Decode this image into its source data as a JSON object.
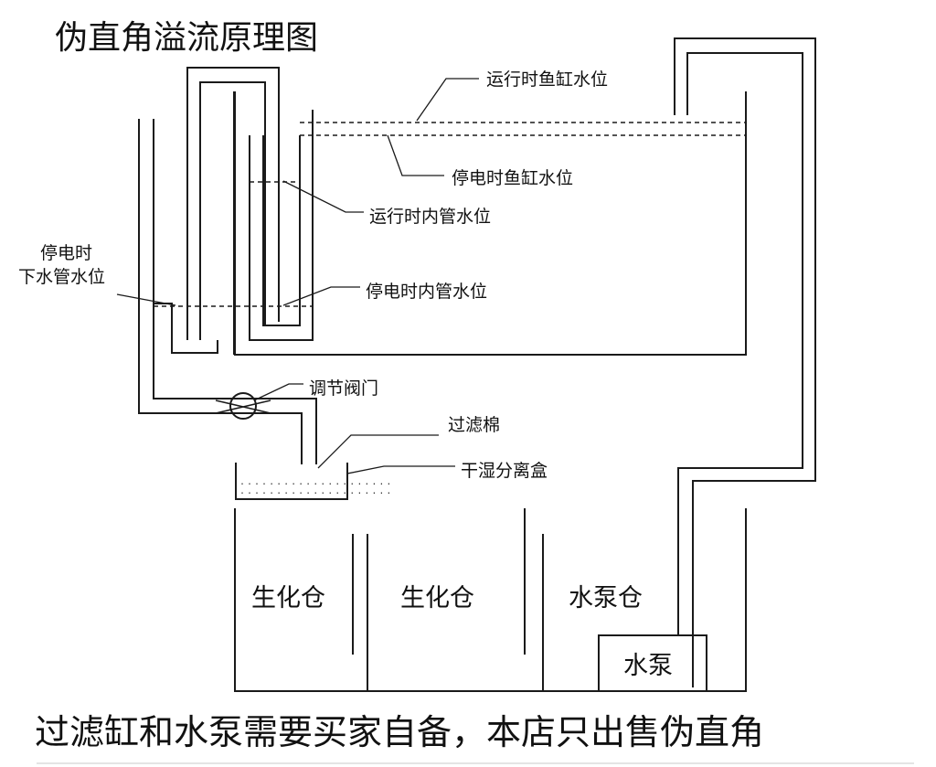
{
  "title": "伪直角溢流原理图",
  "labels": {
    "tank_running_level": "运行时鱼缸水位",
    "tank_stop_level": "停电时鱼缸水位",
    "inner_running_level": "运行时内管水位",
    "inner_stop_level": "停电时内管水位",
    "downpipe_stop_line1": "停电时",
    "downpipe_stop_line2": "下水管水位",
    "valve": "调节阀门",
    "filter_cotton": "过滤棉",
    "wet_dry_box": "干湿分离盒",
    "chamber_bio_1": "生化仓",
    "chamber_bio_2": "生化仓",
    "chamber_pump": "水泵仓",
    "pump": "水泵"
  },
  "footer": "过滤缸和水泵需要买家自备，本店只出售伪直角"
}
